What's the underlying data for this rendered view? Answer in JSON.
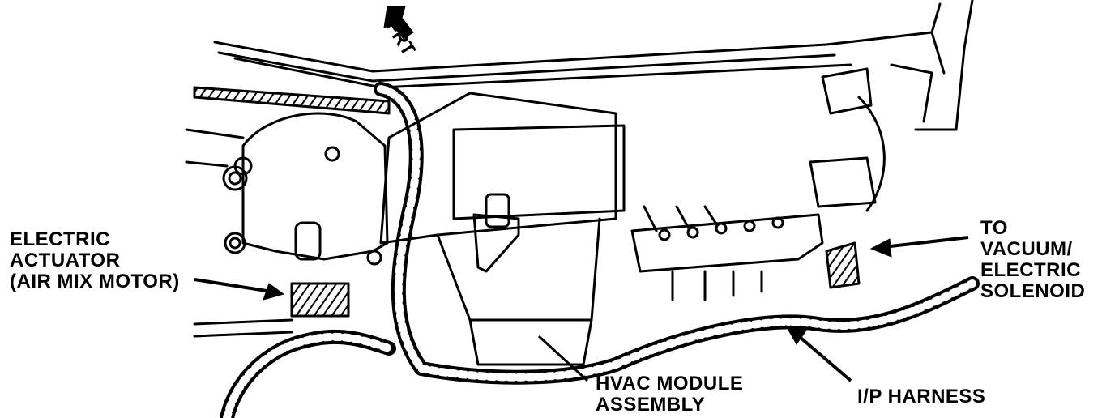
{
  "labels": {
    "frt": "FRT",
    "actuator": [
      "ELECTRIC",
      "ACTUATOR",
      "(AIR MIX MOTOR)"
    ],
    "solenoid": [
      "TO",
      "VACUUM/",
      "ELECTRIC",
      "SOLENOID"
    ],
    "hvac": [
      "HVAC MODULE",
      "ASSEMBLY"
    ],
    "harness": [
      "I/P HARNESS"
    ]
  },
  "colors": {
    "ink": "#000000",
    "paper": "#ffffff"
  },
  "icons": [
    "front-direction-arrow-icon",
    "leader-arrow-icon"
  ]
}
